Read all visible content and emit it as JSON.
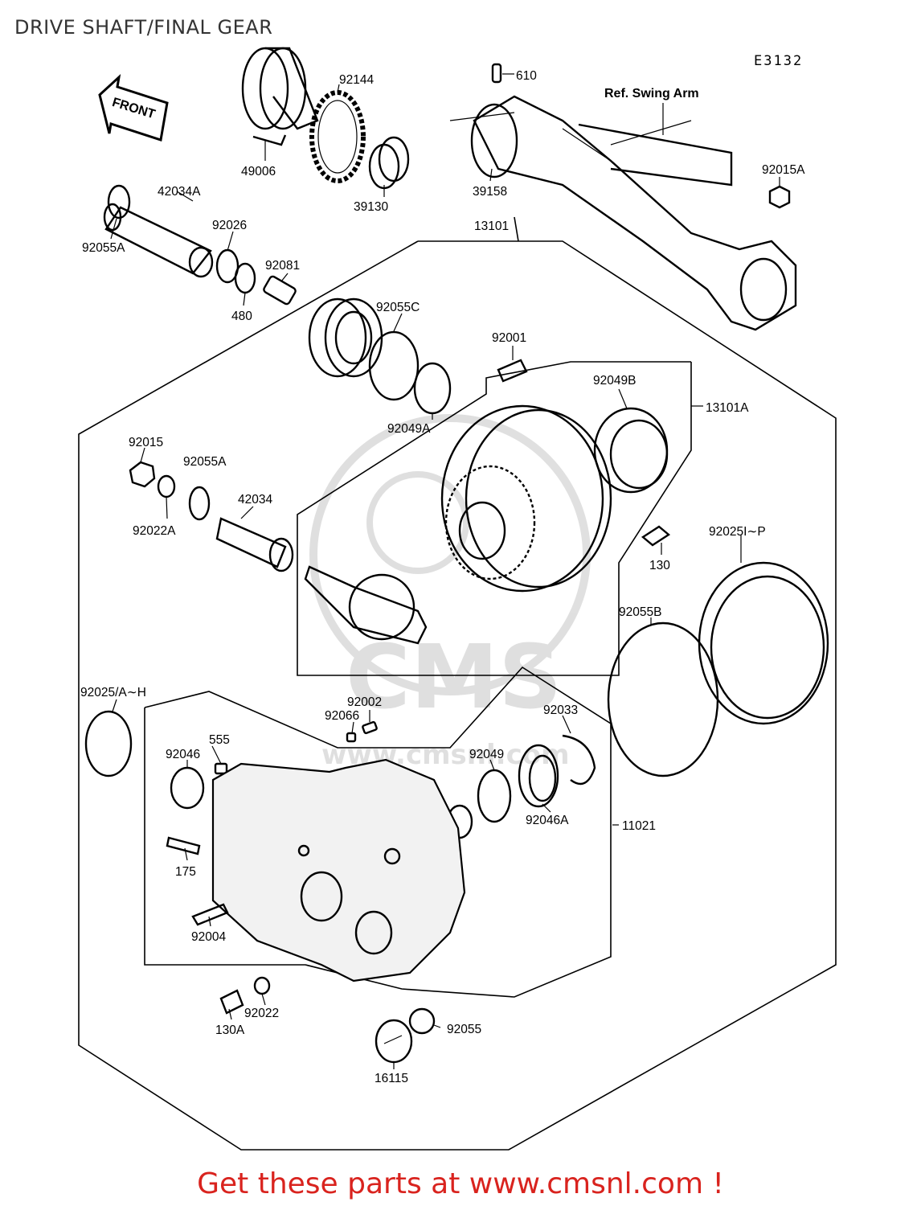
{
  "title": "DRIVE SHAFT/FINAL GEAR",
  "diagram_code": "E3132",
  "front_label": "FRONT",
  "ref_label": "Ref. Swing Arm",
  "footer": "Get these parts at www.cmsnl.com !",
  "watermark": "www.cmsnl.com",
  "parts": {
    "p610": "610",
    "p92144": "92144",
    "p49006": "49006",
    "p39130": "39130",
    "p39158": "39158",
    "p92015A": "92015A",
    "p42034A": "42034A",
    "p92055A_top": "92055A",
    "p92026": "92026",
    "p92081": "92081",
    "p480": "480",
    "p13101": "13101",
    "p92055C": "92055C",
    "p92001": "92001",
    "p92049A": "92049A",
    "p92049B": "92049B",
    "p13101A": "13101A",
    "p92015": "92015",
    "p92055A_mid": "92055A",
    "p42034": "42034",
    "p92022A": "92022A",
    "p130": "130",
    "p92025IP": "92025I∼P",
    "p92055B": "92055B",
    "p92025AH": "92025/A∼H",
    "p92002": "92002",
    "p92066": "92066",
    "p92033": "92033",
    "p555": "555",
    "p92046": "92046",
    "p92049": "92049",
    "p92046A": "92046A",
    "p11021": "11021",
    "p175": "175",
    "p92004": "92004",
    "p92022": "92022",
    "p130A": "130A",
    "p92055": "92055",
    "p16115": "16115"
  }
}
